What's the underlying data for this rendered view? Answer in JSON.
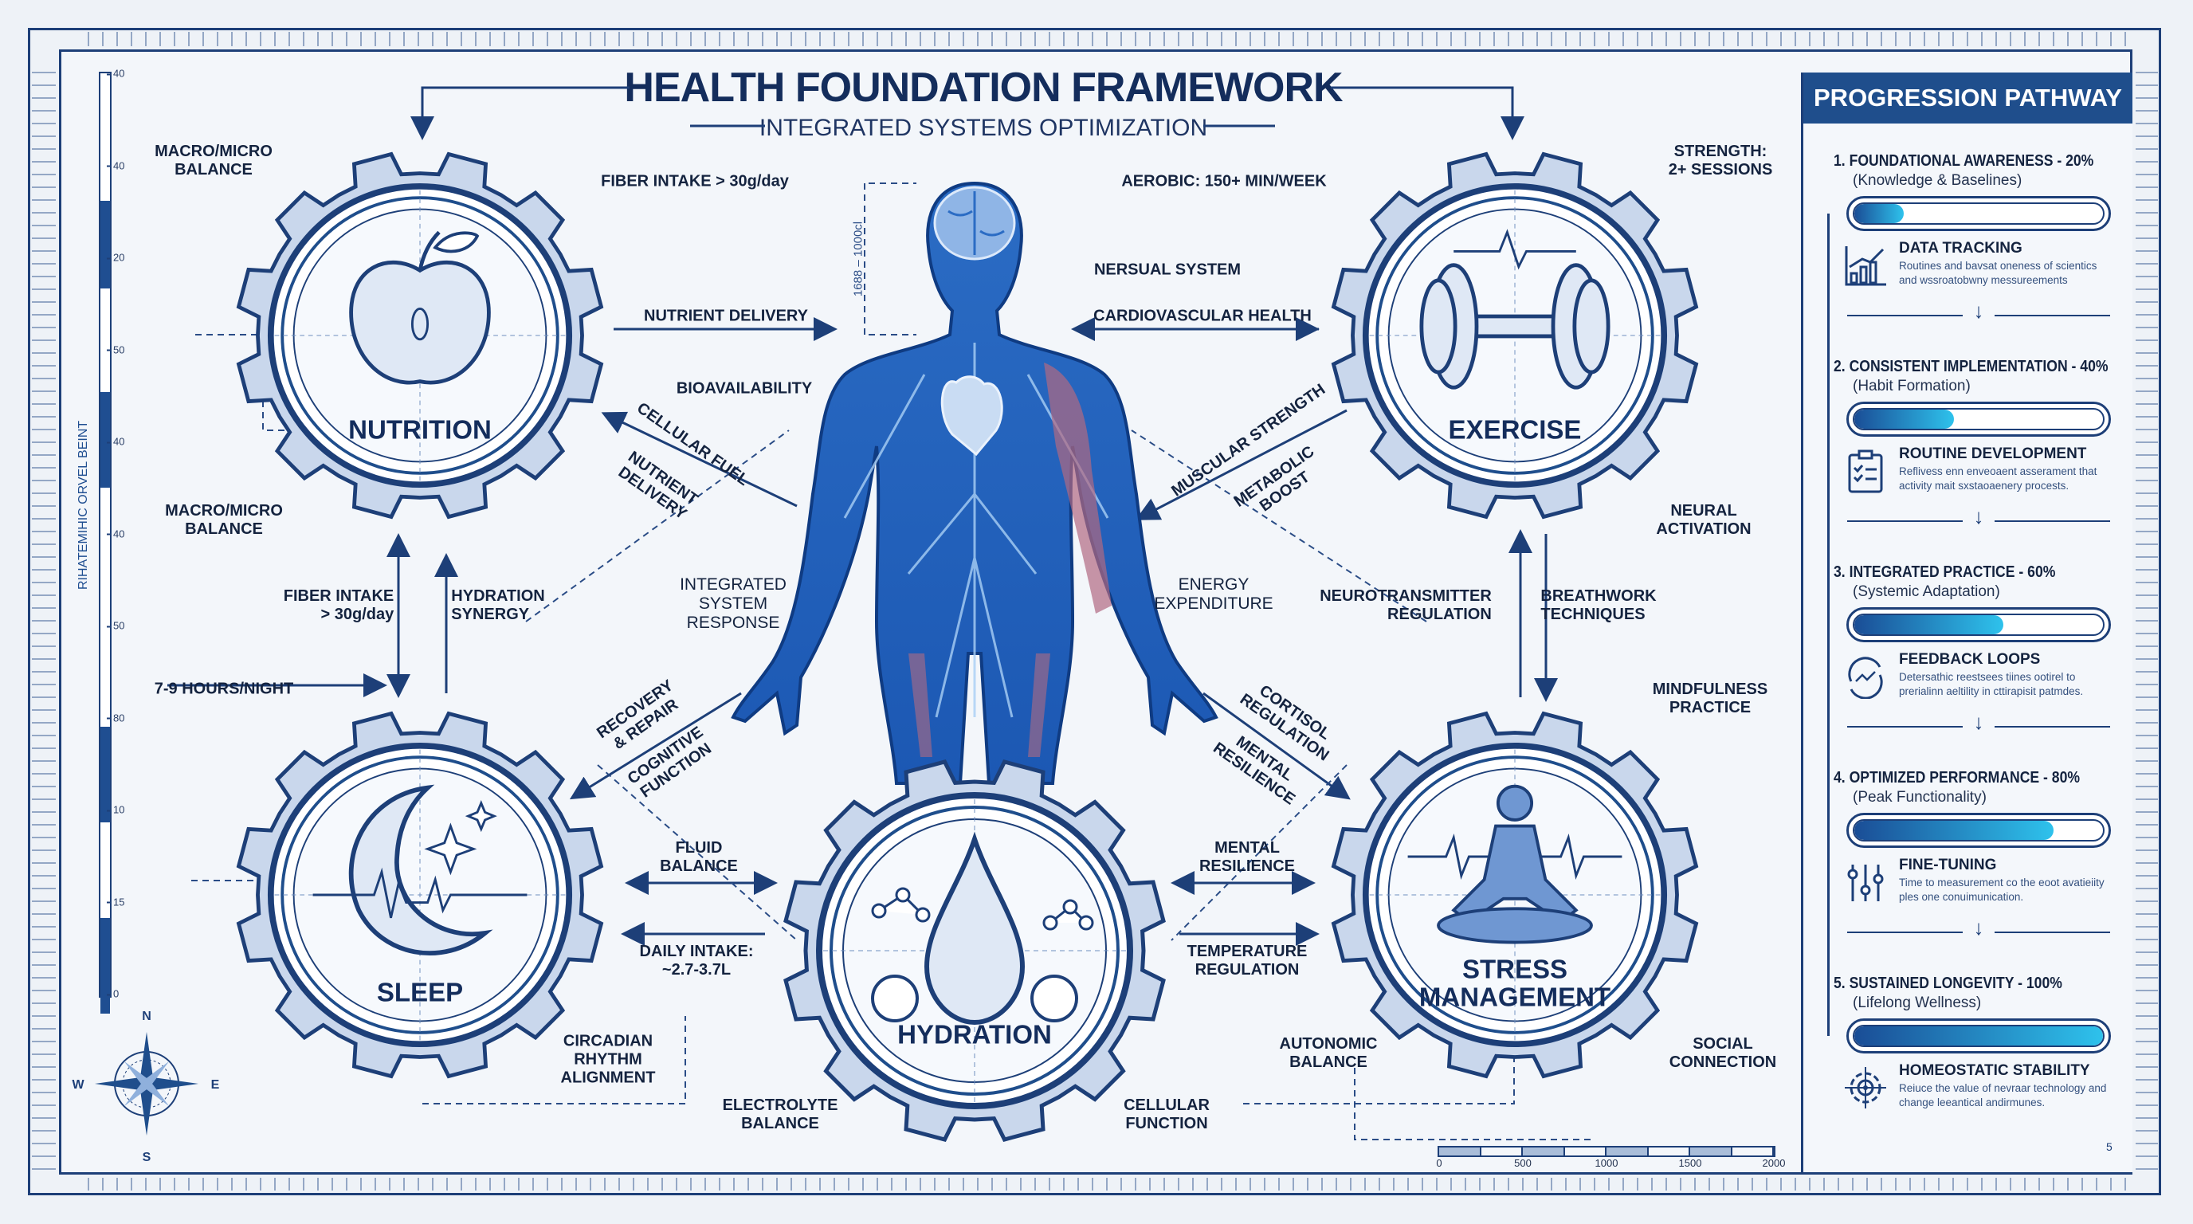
{
  "header": {
    "title": "HEALTH FOUNDATION FRAMEWORK",
    "subtitle": "INTEGRATED SYSTEMS OPTIMIZATION"
  },
  "gears": {
    "nutrition": "NUTRITION",
    "exercise": "EXERCISE",
    "sleep": "SLEEP",
    "hydration": "HYDRATION",
    "stress_line1": "STRESS",
    "stress_line2": "MANAGEMENT"
  },
  "labels": {
    "macro_top": "MACRO/MICRO\nBALANCE",
    "fiber_top": "FIBER INTAKE > 30g/day",
    "strength": "STRENGTH:\n2+ SESSIONS",
    "aerobic": "AEROBIC: 150+ MIN/WEEK",
    "nersual": "NERSUAL SYSTEM",
    "nutrient_delivery": "NUTRIENT DELIVERY",
    "cardio": "CARDIOVASCULAR HEALTH",
    "bioavailability": "BIOAVAILABILITY",
    "cellular_fuel": "CELLULAR FUEL",
    "nutrient_delivery_diag": "NUTRIENT\nDELIVERY",
    "muscular_strength": "MUSCULAR STRENGTH",
    "metabolic_boost": "METABOLIC\nBOOST",
    "macro_bottom": "MACRO/MICRO\nBALANCE",
    "neural_activation": "NEURAL\nACTIVATION",
    "fiber_left": "FIBER INTAKE\n> 30g/day",
    "hydration_synergy": "HYDRATION\nSYNERGY",
    "integrated_response": "INTEGRATED\nSYSTEM\nRESPONSE",
    "energy_expenditure": "ENERGY\nEXPENDITURE",
    "neurotransmitter": "NEUROTRANSMITTER\nREGULATION",
    "breathwork": "BREATHWORK\nTECHNIQUES",
    "sleep_hours": "7-9 HOURS/NIGHT",
    "mindfulness": "MINDFULNESS\nPRACTICE",
    "recovery": "RECOVERY\n& REPAIR",
    "cognitive": "COGNITIVE\nFUNCTION",
    "cortisol": "CORTISOL\nREGULATION",
    "mental_resilience_diag": "MENTAL\nRESILIENCE",
    "fluid_balance": "FLUID\nBALANCE",
    "mental_resilience": "MENTAL\nRESILIENCE",
    "daily_intake": "DAILY INTAKE:\n~2.7-3.7L",
    "temperature": "TEMPERATURE\nREGULATION",
    "circadian": "CIRCADIAN\nRHYTHM\nALIGNMENT",
    "autonomic": "AUTONOMIC\nBALANCE",
    "social": "SOCIAL\nCONNECTION",
    "electrolyte": "ELECTROLYTE\nBALANCE",
    "cellular_function": "CELLULAR\nFUNCTION",
    "dimension": "1688 – 1000cl"
  },
  "left_scale": {
    "ticks": [
      "40",
      "40",
      "20",
      "50",
      "40",
      "40",
      "50",
      "80",
      "10",
      "15",
      "0"
    ],
    "caption": "RIHATEMIHIC ORVEL BEINT"
  },
  "compass": {
    "n": "N",
    "s": "S",
    "e": "E",
    "w": "W"
  },
  "scale_bar": {
    "ticks": [
      "0",
      "500",
      "1000",
      "1500",
      "2000"
    ]
  },
  "panel": {
    "title": "PROGRESSION PATHWAY",
    "page_number": "5",
    "steps": [
      {
        "title": "1. FOUNDATIONAL AWARENESS - 20%",
        "subtitle": "(Knowledge & Baselines)",
        "progress": 0.2,
        "item_title": "DATA TRACKING",
        "item_desc": "Routines and bavsat oneness of scientics and wssroatobwny messureements",
        "icon": "chart-icon"
      },
      {
        "title": "2. CONSISTENT IMPLEMENTATION - 40%",
        "subtitle": "(Habit Formation)",
        "progress": 0.4,
        "item_title": "ROUTINE DEVELOPMENT",
        "item_desc": "Reflivess enn enveoaent asserament that activity mait sxstaoaenery procests.",
        "icon": "clipboard-icon"
      },
      {
        "title": "3. INTEGRATED PRACTICE - 60%",
        "subtitle": "(Systemic Adaptation)",
        "progress": 0.6,
        "item_title": "FEEDBACK LOOPS",
        "item_desc": "Detersathic reestsees tiines ootirel to prerialinn aeltility in cttirapisit patmdes.",
        "icon": "cycle-icon"
      },
      {
        "title": "4. OPTIMIZED PERFORMANCE - 80%",
        "subtitle": "(Peak Functionality)",
        "progress": 0.8,
        "item_title": "FINE-TUNING",
        "item_desc": "Time to measurement co the eoot avatieiity ples one conuimunication.",
        "icon": "sliders-icon"
      },
      {
        "title": "5. SUSTAINED LONGEVITY - 100%",
        "subtitle": "(Lifelong Wellness)",
        "progress": 1.0,
        "item_title": "HOMEOSTATIC STABILITY",
        "item_desc": "Reiuce the value of nevraar technology and change leeantical andirmunes.",
        "icon": "target-icon"
      }
    ]
  },
  "colors": {
    "primary": "#1f4e8c",
    "dark": "#142d5c",
    "gear_fill": "#c9d7ec",
    "accent": "#2ec2ec",
    "muscle": "#c9727d"
  }
}
